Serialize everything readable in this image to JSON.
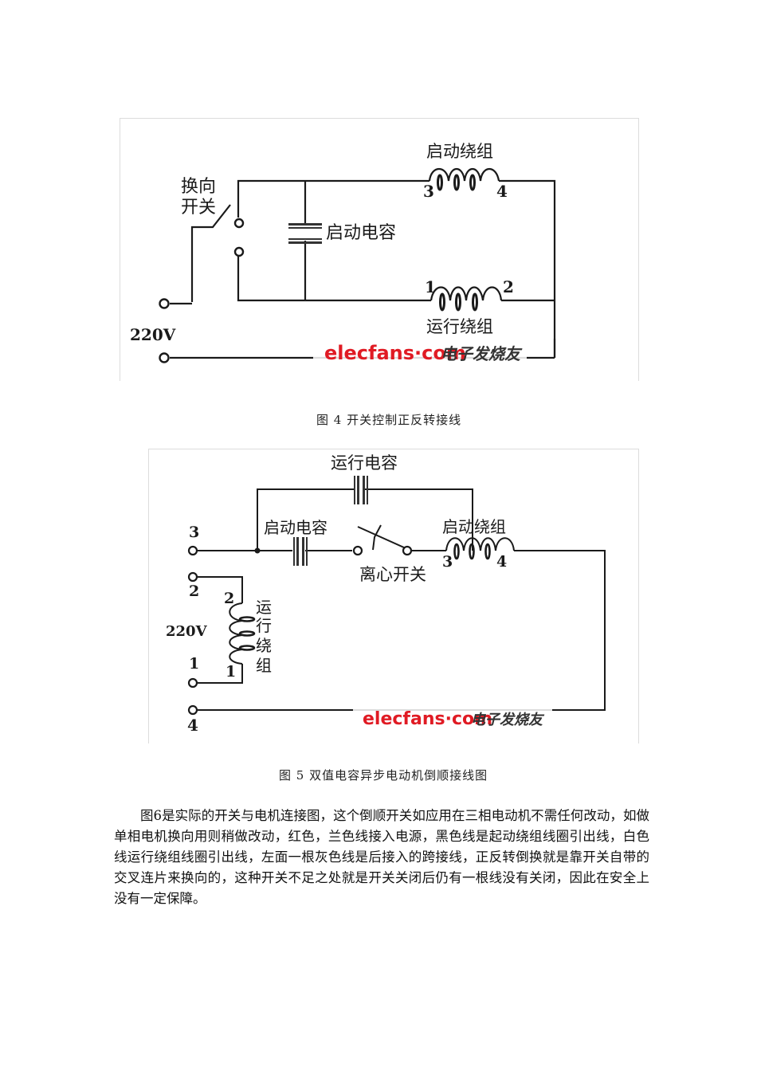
{
  "figure4": {
    "labels": {
      "reversing_switch_line1": "换向",
      "reversing_switch_line2": "开关",
      "start_capacitor": "启动电容",
      "start_winding": "启动绕组",
      "run_winding": "运行绕组",
      "voltage": "220V",
      "terminal_3": "3",
      "terminal_4": "4",
      "terminal_1": "1",
      "terminal_2": "2"
    },
    "watermark": {
      "site": "elecfans·com",
      "tagline": "电子发烧友"
    },
    "caption": "图 4  开关控制正反转接线"
  },
  "figure5": {
    "labels": {
      "run_capacitor": "运行电容",
      "start_capacitor": "启动电容",
      "start_winding": "启动绕组",
      "centrifugal_switch": "离心开关",
      "run_winding_chars": [
        "运",
        "行",
        "绕",
        "组"
      ],
      "voltage": "220V",
      "terminal_left_3": "3",
      "terminal_left_2": "2",
      "terminal_left_1": "1",
      "terminal_left_4": "4",
      "coil_2": "2",
      "coil_1": "1",
      "winding_3": "3",
      "winding_4": "4"
    },
    "watermark": {
      "site": "elecfans·com",
      "tagline": "电子发烧友"
    },
    "caption": "图 5  双值电容异步电动机倒顺接线图"
  },
  "body_text": "图6是实际的开关与电机连接图，这个倒顺开关如应用在三相电动机不需任何改动，如做单相电机换向用则稍做改动，红色，兰色线接入电源，黑色线是起动绕组线圈引出线，白色线运行绕组线圈引出线，左面一根灰色线是后接入的跨接线，正反转倒换就是靠开关自带的交叉连片来换向的，这种开关不足之处就是开关关闭后仍有一根线没有关闭，因此在安全上没有一定保障。"
}
